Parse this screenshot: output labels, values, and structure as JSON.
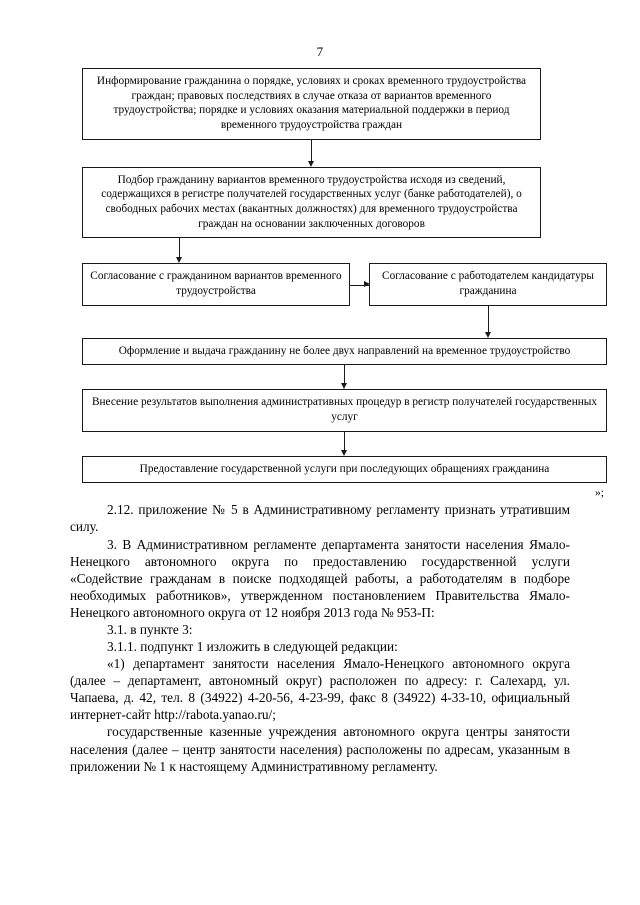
{
  "page": {
    "number": "7",
    "closing_quote": "»;"
  },
  "flowchart": {
    "type": "flowchart",
    "orientation": "top-to-bottom",
    "nodes": [
      {
        "id": "node-1",
        "text": "Информирование гражданина о порядке, условиях и сроках временного трудоустройства граждан; правовых последствиях в случае отказа от вариантов временного трудоустройства; порядке и условиях оказания материальной поддержки в период временного трудоустройства граждан"
      },
      {
        "id": "node-2",
        "text": "Подбор гражданину вариантов временного трудоустройства исходя из сведений, содержащихся в регистре получателей государственных услуг (банке работодателей), о свободных рабочих местах (вакантных должностях) для временного трудоустройства граждан на основании заключенных договоров"
      },
      {
        "id": "node-3-left",
        "text": "Согласование с гражданином вариантов временного трудоустройства"
      },
      {
        "id": "node-3-right",
        "text": "Согласование с работодателем кандидатуры гражданина"
      },
      {
        "id": "node-4",
        "text": "Оформление и выдача гражданину не более двух направлений на временное трудоустройство"
      },
      {
        "id": "node-5",
        "text": "Внесение результатов выполнения административных процедур в регистр получателей государственных услуг"
      },
      {
        "id": "node-6",
        "text": "Предоставление государственной услуги при последующих обращениях гражданина"
      }
    ],
    "edges": [
      {
        "from": "node-1",
        "to": "node-2",
        "direction": "down"
      },
      {
        "from": "node-2",
        "to": "node-3-left",
        "direction": "down"
      },
      {
        "from": "node-3-left",
        "to": "node-3-right",
        "direction": "right"
      },
      {
        "from": "node-3-right",
        "to": "node-4",
        "direction": "down"
      },
      {
        "from": "node-4",
        "to": "node-5",
        "direction": "down"
      },
      {
        "from": "node-5",
        "to": "node-6",
        "direction": "down"
      }
    ]
  },
  "body": {
    "paragraphs": [
      {
        "id": "p-2-12",
        "text": "2.12. приложение № 5 в Административному регламенту признать утратившим силу."
      },
      {
        "id": "p-3",
        "text": "3. В Административном регламенте департамента занятости населения Ямало-Ненецкого автономного округа по предоставлению государственной услуги «Содействие гражданам в поиске подходящей работы, а работодателям в подборе необходимых работников», утвержденном постановлением Правительства Ямало-Ненецкого автономного округа от 12 ноября 2013 года № 953-П:"
      },
      {
        "id": "p-3-1",
        "text": "3.1. в пункте 3:"
      },
      {
        "id": "p-3-1-1",
        "text": "3.1.1. подпункт 1 изложить в следующей редакции:"
      },
      {
        "id": "p-quote-1",
        "text": "«1) департамент занятости населения Ямало-Ненецкого автономного округа (далее – департамент, автономный округ) расположен по адресу: г. Салехард, ул. Чапаева, д. 42, тел. 8 (34922) 4-20-56, 4-23-99, факс 8 (34922) 4-33-10, официальный интернет-сайт http://rabota.yanao.ru/;"
      },
      {
        "id": "p-quote-2",
        "text": "государственные казенные учреждения автономного округа центры занятости населения (далее – центр занятости населения) расположены по адресам, указанным в приложении № 1 к настоящему Административному регламенту."
      }
    ]
  },
  "colors": {
    "ink": "#1a1a1a",
    "paper": "#ffffff"
  }
}
